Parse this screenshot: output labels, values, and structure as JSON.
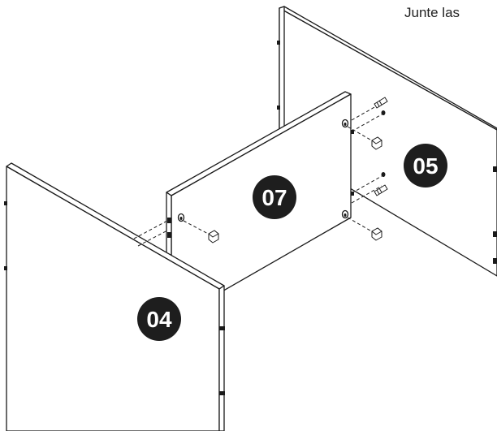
{
  "instruction": "Junte las",
  "panels": [
    {
      "id": "05",
      "label": "05"
    },
    {
      "id": "07",
      "label": "07"
    },
    {
      "id": "04",
      "label": "04"
    }
  ],
  "colors": {
    "line": "#1a1a1a",
    "panel": "#ffffff",
    "badge": "#1e1e1e",
    "badge_text": "#ffffff"
  },
  "hardware_icons": [
    "dowel-icon",
    "cam-bolt-icon",
    "cam-lock-nut-icon"
  ]
}
